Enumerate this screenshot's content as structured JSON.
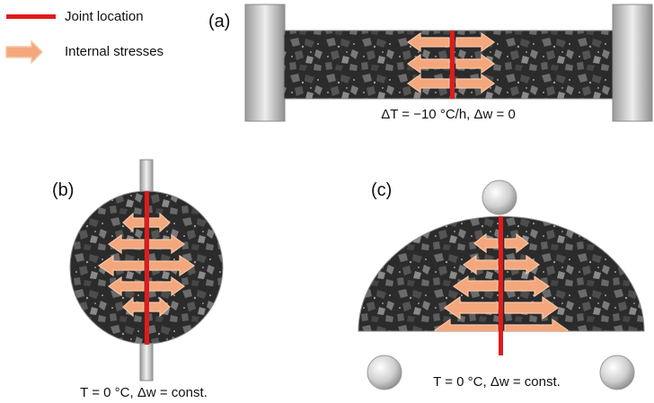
{
  "legend": {
    "joint_label": "Joint location",
    "stress_label": "Internal stresses"
  },
  "panels": {
    "a": {
      "tag": "(a)",
      "caption": "ΔT = −10 °C/h, Δw = 0"
    },
    "b": {
      "tag": "(b)",
      "caption": "T = 0 °C, Δw = const."
    },
    "c": {
      "tag": "(c)",
      "caption": "T = 0 °C, Δw = const."
    }
  },
  "colors": {
    "joint": "#e01b1b",
    "arrow_fill": "#f4a77c",
    "arrow_stroke": "#f7c7a7",
    "specimen": "#2f2f2f",
    "fixture": "#c8c8c8"
  }
}
